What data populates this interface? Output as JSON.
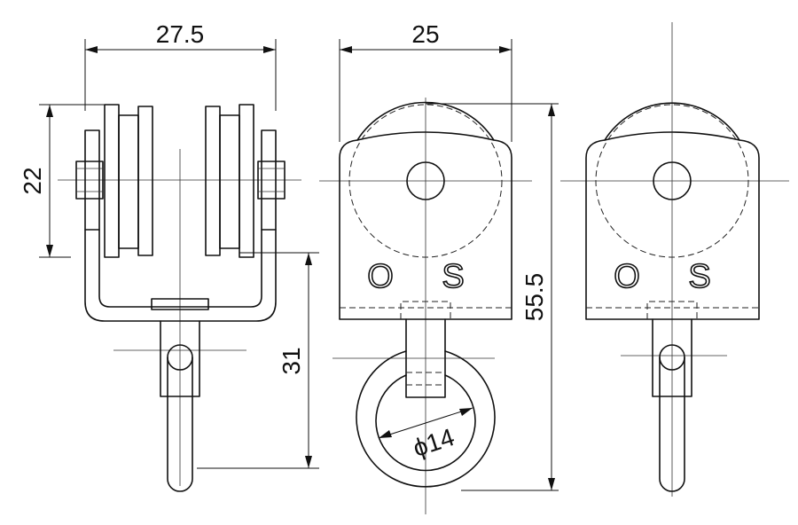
{
  "dimensions": {
    "width_top": "27.5",
    "height_wheel": "22",
    "hook_length": "31",
    "width_front": "25",
    "total_height": "55.5",
    "ring_diameter": "ϕ14"
  },
  "markings": {
    "front_view": "O S",
    "rear_view": "O S"
  }
}
